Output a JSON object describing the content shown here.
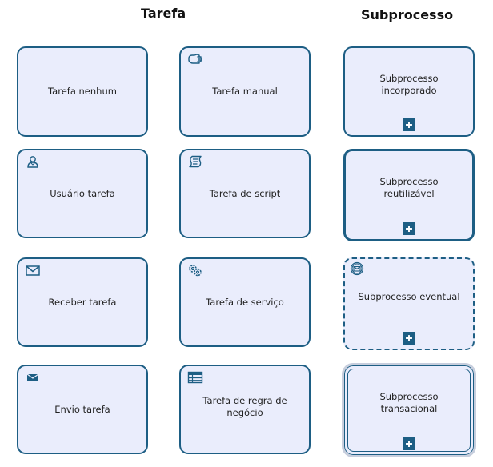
{
  "headings": {
    "tarefa": "Tarefa",
    "subprocesso": "Subprocesso"
  },
  "colors": {
    "border": "#1d5e84",
    "fill": "#eaedfc"
  },
  "tasks": [
    {
      "label": "Tarefa nenhum",
      "icon": "none"
    },
    {
      "label": "Tarefa manual",
      "icon": "hand-icon"
    },
    {
      "label": "Usuário tarefa",
      "icon": "user-icon"
    },
    {
      "label": "Tarefa de script",
      "icon": "script-icon"
    },
    {
      "label": "Receber tarefa",
      "icon": "envelope-outline-icon"
    },
    {
      "label": "Tarefa de serviço",
      "icon": "gear-icon"
    },
    {
      "label": "Envio tarefa",
      "icon": "envelope-filled-icon"
    },
    {
      "label": "Tarefa de regra de negócio",
      "icon": "table-icon"
    }
  ],
  "subprocesses": [
    {
      "label": "Subprocesso incorporado",
      "marker": "plus-icon"
    },
    {
      "label": "Subprocesso reutilizável",
      "marker": "plus-icon"
    },
    {
      "label": "Subprocesso eventual",
      "marker": "plus-icon",
      "icon": "envelope-circle-icon"
    },
    {
      "label": "Subprocesso transacional",
      "marker": "plus-icon"
    }
  ]
}
